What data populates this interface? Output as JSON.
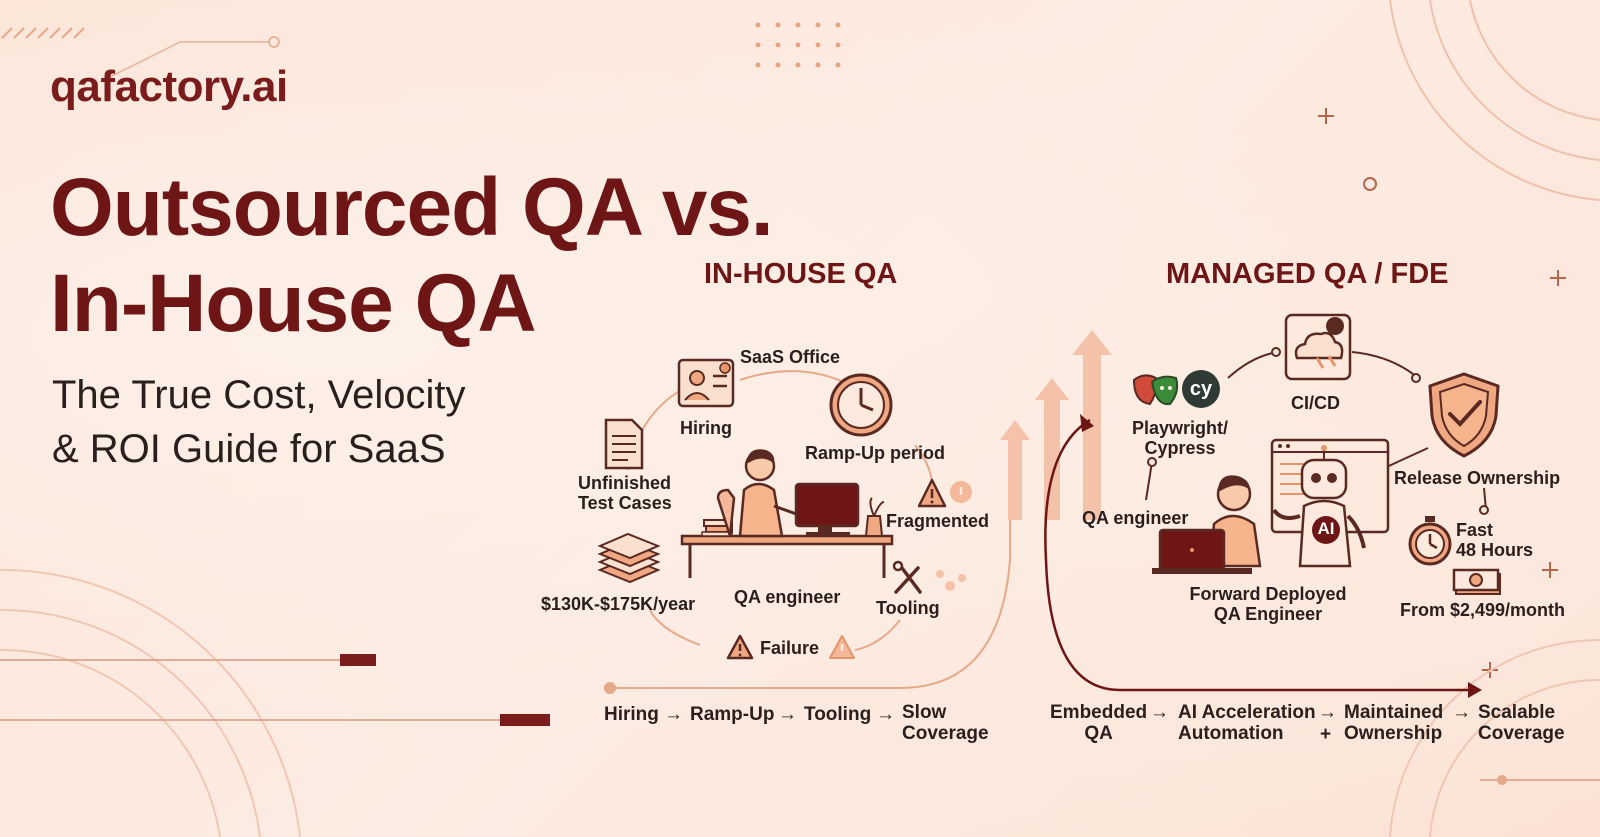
{
  "brand": {
    "logo": "qafactory.ai"
  },
  "hero": {
    "title_line1": "Outsourced QA vs.",
    "title_line2": "In-House QA",
    "subtitle_line1": "The True Cost, Velocity",
    "subtitle_line2": "& ROI Guide for SaaS"
  },
  "inhouse": {
    "heading": "IN-HOUSE QA",
    "labels": {
      "saas_office": "SaaS Office",
      "hiring": "Hiring",
      "ramp_up": "Ramp-Up period",
      "unfinished_1": "Unfinished",
      "unfinished_2": "Test Cases",
      "fragmented": "Fragmented",
      "cost": "$130K-$175K/year",
      "engineer": "QA engineer",
      "tooling": "Tooling",
      "failure": "Failure"
    },
    "flow": {
      "step1": "Hiring",
      "step2": "Ramp-Up",
      "step3": "Tooling",
      "step4_line1": "Slow",
      "step4_line2": "Coverage",
      "arrow": "→"
    }
  },
  "managed": {
    "heading": "MANAGED QA / FDE",
    "labels": {
      "cicd": "CI/CD",
      "playwright_1": "Playwright/",
      "playwright_2": "Cypress",
      "release": "Release Ownership",
      "engineer": "QA engineer",
      "fast_1": "Fast",
      "fast_2": "48 Hours",
      "fde_1": "Forward Deployed",
      "fde_2": "QA Engineer",
      "price": "From $2,499/month",
      "ai_badge": "AI",
      "cy_badge": "cy"
    },
    "flow": {
      "step1_line1": "Embedded",
      "step1_line2": "QA",
      "step2_line1": "AI Acceleration",
      "step2_line2": "Automation",
      "step3_line1": "Maintained",
      "step3_line2": "Ownership",
      "step4_line1": "Scalable",
      "step4_line2": "Coverage",
      "arrow": "→",
      "plus": "+"
    }
  },
  "colors": {
    "brand": "#7a1c1c",
    "accent": "#e6946a",
    "background": "#fbe7dc",
    "text": "#2a1f1c"
  }
}
